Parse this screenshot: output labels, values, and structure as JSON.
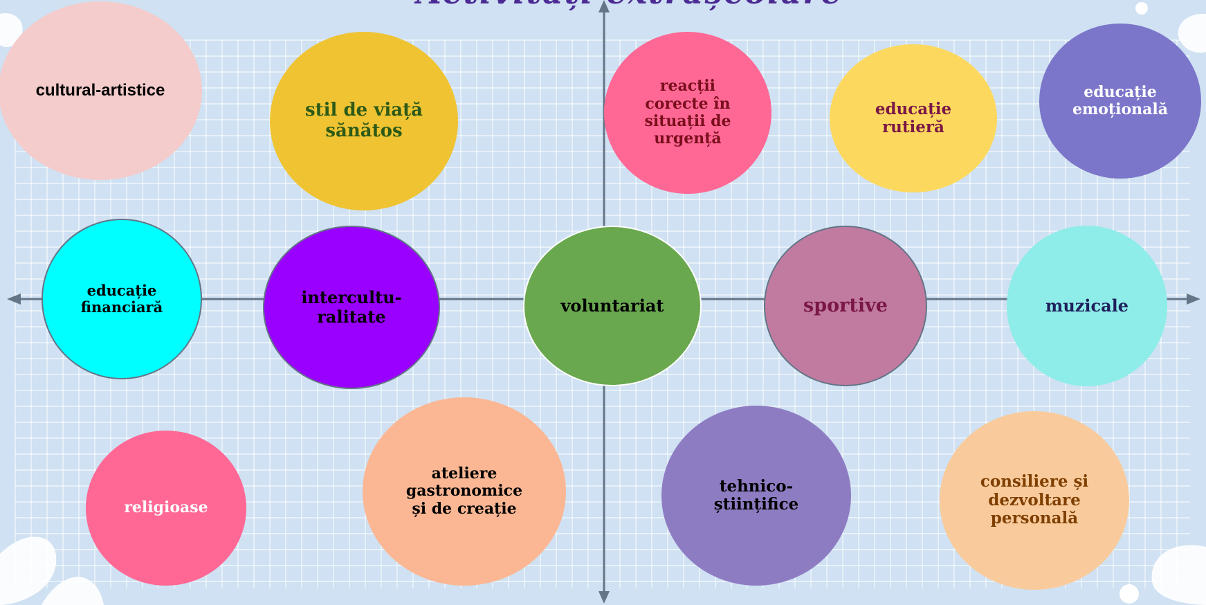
{
  "title": "Activități extrașcolare",
  "colors": {
    "background": "#cfe1f2",
    "grid": "#ffffff",
    "axis": "#637587"
  },
  "topics": [
    {
      "id": "cultural-artistice",
      "label": "cultural-artistice",
      "fill": "#f3cccb",
      "text_color": "#000000",
      "font": "sans"
    },
    {
      "id": "stil-de-viata-sanatos",
      "label": "stil de viață\nsănătos",
      "fill": "#efc332",
      "text_color": "#2d5a17",
      "font": "serif"
    },
    {
      "id": "reactii-corecte",
      "label": "reacții\ncorecte în\nsituații de\nurgență",
      "fill": "#ff6895",
      "text_color": "#7a0e1c",
      "font": "serif"
    },
    {
      "id": "educatie-rutiera",
      "label": "educație\nrutieră",
      "fill": "#fcd95e",
      "text_color": "#7a1746",
      "font": "serif"
    },
    {
      "id": "educatie-emotionala",
      "label": "educație\nemoțională",
      "fill": "#7b76c9",
      "text_color": "#ffffff",
      "font": "serif"
    },
    {
      "id": "educatie-financiara",
      "label": "educație\nfinanciară",
      "fill": "#00ffff",
      "text_color": "#000000",
      "font": "serif"
    },
    {
      "id": "interculturalitate",
      "label": "intercultu-\nralitate",
      "fill": "#9900ff",
      "text_color": "#000000",
      "font": "serif"
    },
    {
      "id": "voluntariat",
      "label": "voluntariat",
      "fill": "#6aa84f",
      "text_color": "#000000",
      "font": "serif"
    },
    {
      "id": "sportive",
      "label": "sportive",
      "fill": "#c27ba0",
      "text_color": "#7a1746",
      "font": "serif"
    },
    {
      "id": "muzicale",
      "label": "muzicale",
      "fill": "#8eede8",
      "text_color": "#1f1f5c",
      "font": "serif"
    },
    {
      "id": "religioase",
      "label": "religioase",
      "fill": "#ff6895",
      "text_color": "#ffffff",
      "font": "serif"
    },
    {
      "id": "ateliere-gastronomice",
      "label": "ateliere\ngastronomice\nși de creație",
      "fill": "#fbb794",
      "text_color": "#000000",
      "font": "serif"
    },
    {
      "id": "tehnico-stiintifice",
      "label": "tehnico-\nștiințifice",
      "fill": "#8e7cc3",
      "text_color": "#000000",
      "font": "serif"
    },
    {
      "id": "consiliere",
      "label": "consiliere și\ndezvoltare\npersonală",
      "fill": "#f9cb9c",
      "text_color": "#7f3f00",
      "font": "serif"
    }
  ]
}
